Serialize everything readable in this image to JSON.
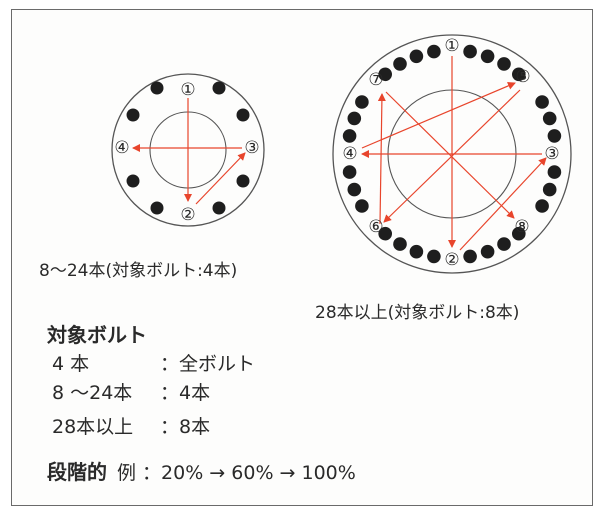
{
  "diagram_small": {
    "labels": [
      "①",
      "②",
      "③",
      "④"
    ],
    "caption": "8～24本(対象ボルト:4本)"
  },
  "diagram_large": {
    "labels": [
      "①",
      "②",
      "③",
      "④",
      "⑤",
      "⑥",
      "⑦",
      "⑧"
    ],
    "caption": "28本以上(対象ボルト:8本)"
  },
  "colors": {
    "arrow": "#e8452c",
    "bolt": "#1e1e1e",
    "line": "#555555"
  },
  "target_bolts": {
    "title": "対象ボルト",
    "rows": [
      {
        "key": "4 本",
        "value": "：全ボルト"
      },
      {
        "key": "8 ～24本",
        "value": "：4本"
      },
      {
        "key": "28本以上",
        "value": "：8本"
      }
    ]
  },
  "stepwise": {
    "label": "段階的",
    "text": "例 ：20% → 60% → 100%"
  }
}
